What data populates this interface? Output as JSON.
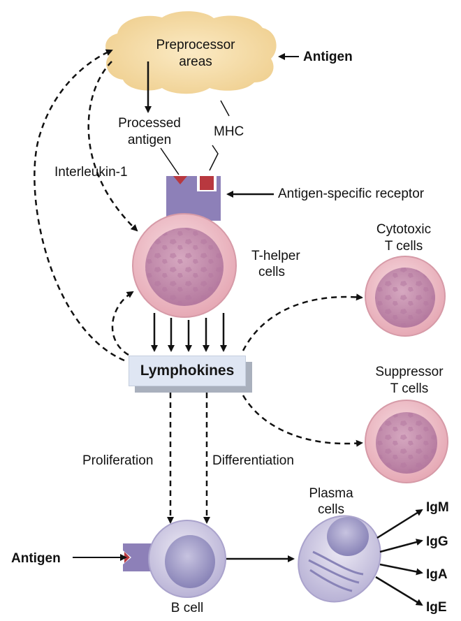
{
  "labels": {
    "preprocessor_line1": "Preprocessor",
    "preprocessor_line2": "areas",
    "antigen_top": "Antigen",
    "processed_line1": "Processed",
    "processed_line2": "antigen",
    "mhc": "MHC",
    "interleukin": "Interleukin-1",
    "receptor": "Antigen-specific receptor",
    "thelper_line1": "T-helper",
    "thelper_line2": "cells",
    "cytotoxic_line1": "Cytotoxic",
    "cytotoxic_line2": "T cells",
    "lymphokines": "Lymphokines",
    "suppressor_line1": "Suppressor",
    "suppressor_line2": "T cells",
    "proliferation": "Proliferation",
    "differentiation": "Differentiation",
    "plasma_line1": "Plasma",
    "plasma_line2": "cells",
    "antigen_bottom": "Antigen",
    "bcell": "B cell",
    "igm": "IgM",
    "igg": "IgG",
    "iga": "IgA",
    "ige": "IgE"
  },
  "colors": {
    "cloud": "#f5deaa",
    "t_cell_outer": "#f0c8cf",
    "t_cell_nucleus": "#c58fae",
    "b_cell_outer": "#d9d5e8",
    "b_cell_nucleus": "#9d99c4",
    "receptor": "#8d80b8",
    "receptor_marker": "#b8383f",
    "lymphokine_box": "#dfe6f3",
    "arrow": "#111111"
  }
}
